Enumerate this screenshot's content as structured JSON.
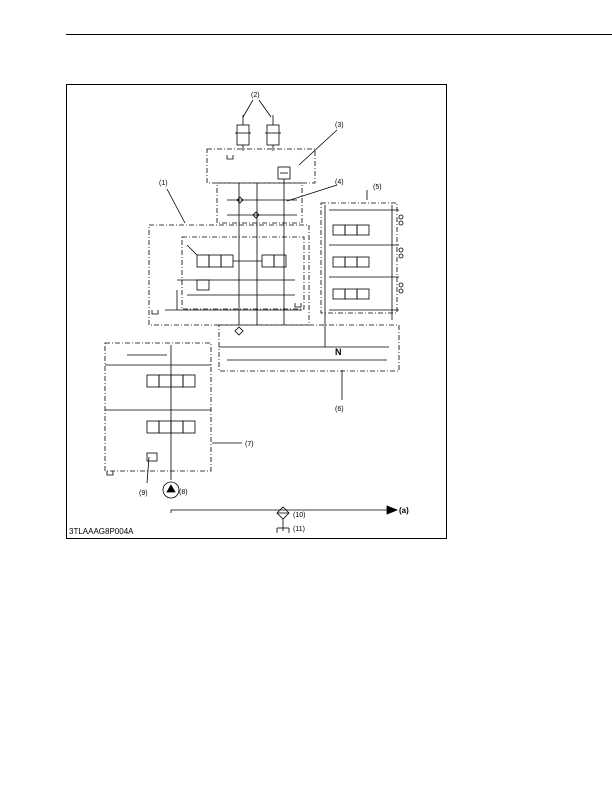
{
  "figure": {
    "code": "3TLAAAG8P004A",
    "callouts": {
      "c1": "(1)",
      "c2": "(2)",
      "c3": "(3)",
      "c4": "(4)",
      "c5": "(5)",
      "c6": "(6)",
      "c7": "(7)",
      "c8": "(8)",
      "c9": "(9)",
      "c10": "(10)",
      "c11": "(11)"
    },
    "neutral_mark": "N",
    "outlet_label": "(a)"
  }
}
